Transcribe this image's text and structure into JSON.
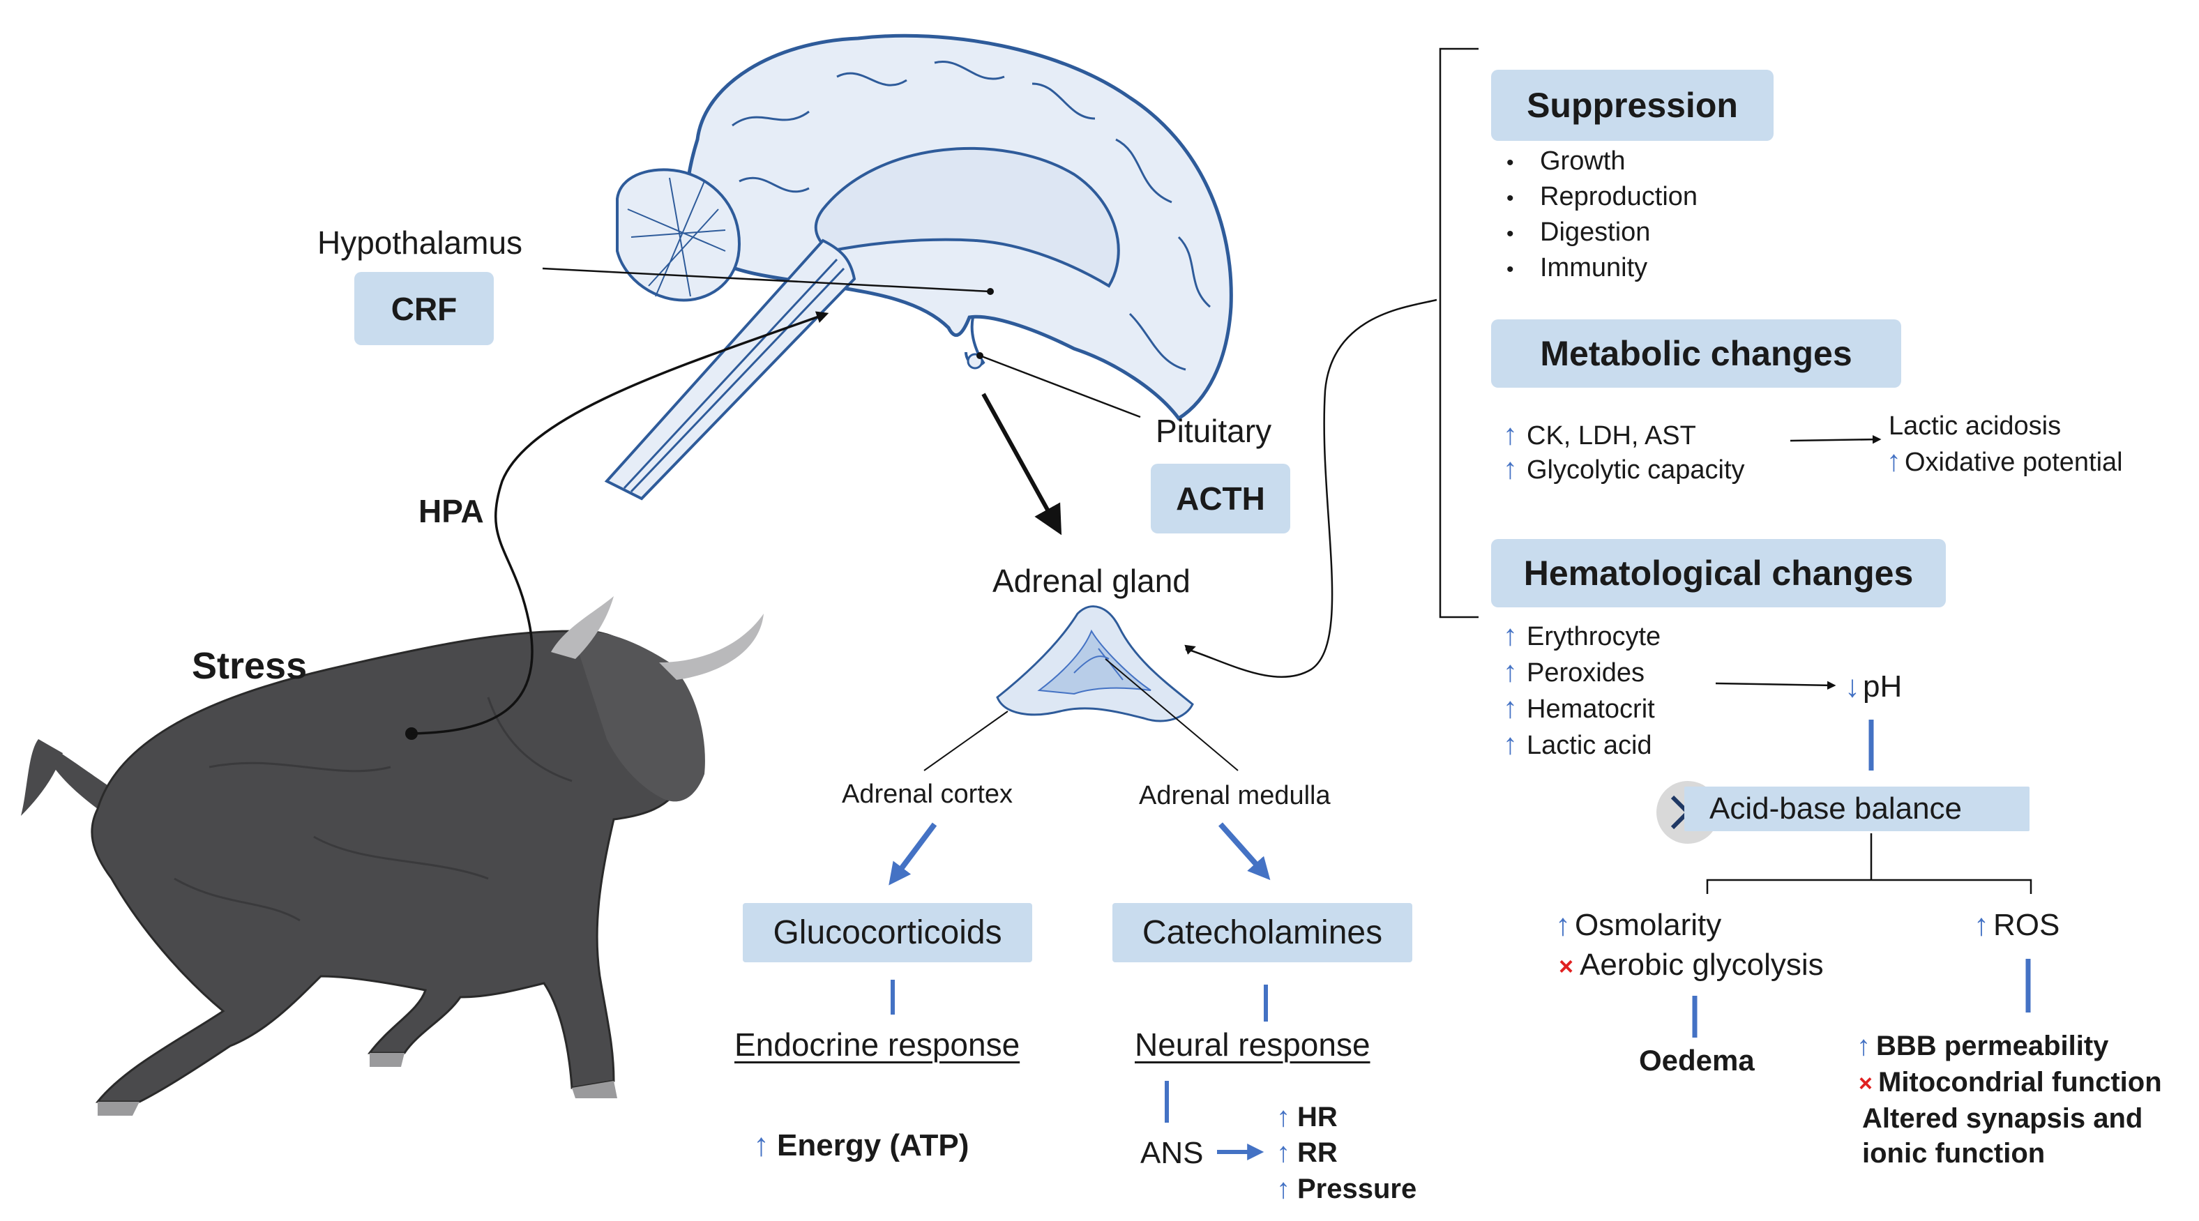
{
  "labels": {
    "hypothalamus": "Hypothalamus",
    "crf": "CRF",
    "pituitary": "Pituitary",
    "acth": "ACTH",
    "hpa": "HPA",
    "stress": "Stress",
    "adrenal_gland": "Adrenal gland",
    "adrenal_cortex": "Adrenal cortex",
    "adrenal_medulla": "Adrenal medulla",
    "glucocorticoids": "Glucocorticoids",
    "catecholamines": "Catecholamines",
    "endocrine_response": "Endocrine response",
    "neural_response": "Neural response",
    "energy_atp": "Energy (ATP)",
    "ans": "ANS",
    "hr": "HR",
    "rr": "RR",
    "pressure": "Pressure"
  },
  "suppression": {
    "title": "Suppression",
    "items": [
      "Growth",
      "Reproduction",
      "Digestion",
      "Immunity"
    ]
  },
  "metabolic": {
    "title": "Metabolic changes",
    "left": [
      "CK, LDH, AST",
      "Glycolytic capacity"
    ],
    "right_1": "Lactic acidosis",
    "right_2": "Oxidative potential"
  },
  "hematological": {
    "title": "Hematological changes",
    "items": [
      "Erythrocyte",
      "Peroxides",
      "Hematocrit",
      "Lactic acid"
    ],
    "ph": "pH",
    "acid_base": "Acid-base balance",
    "osmolarity": "Osmolarity",
    "aerobic": "Aerobic glycolysis",
    "ros": "ROS",
    "oedema": "Oedema",
    "bbb": "BBB permeability",
    "mito": "Mitocondrial function",
    "synapse_1": "Altered synapsis and",
    "synapse_2": "ionic function"
  },
  "colors": {
    "box_fill": "#c9dcee",
    "arrow_blue": "#4472c4",
    "brain_fill": "#e6edf7",
    "brain_stroke": "#2e5b9a",
    "bull_body": "#4a4a4c",
    "red_x": "#e02020"
  }
}
